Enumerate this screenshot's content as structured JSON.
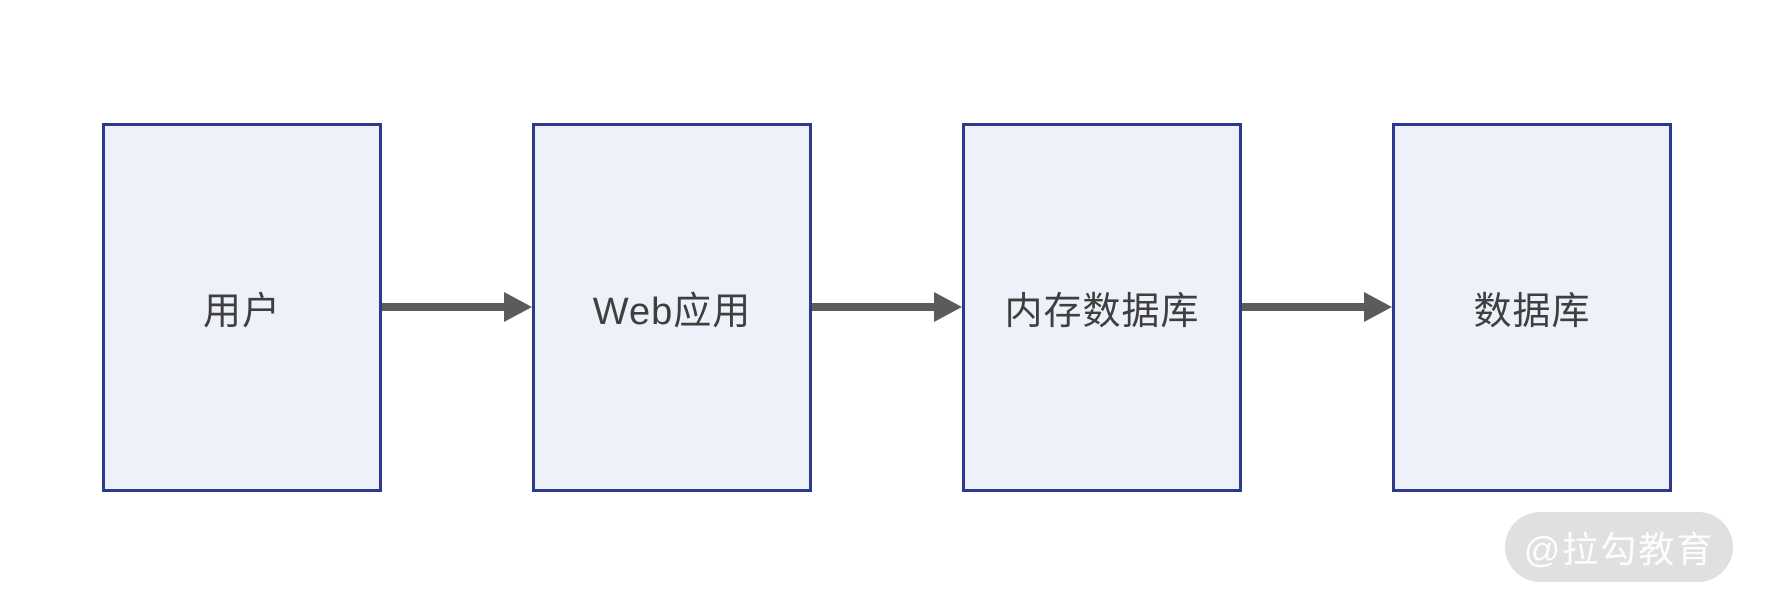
{
  "diagram": {
    "title": "request-flow-diagram",
    "nodes": [
      {
        "label": "用户"
      },
      {
        "label": "Web应用"
      },
      {
        "label": "内存数据库"
      },
      {
        "label": "数据库"
      }
    ],
    "connections": [
      {
        "from": "用户",
        "to": "Web应用",
        "direction": "right"
      },
      {
        "from": "Web应用",
        "to": "内存数据库",
        "direction": "right"
      },
      {
        "from": "内存数据库",
        "to": "数据库",
        "direction": "right"
      }
    ],
    "colors": {
      "node_fill": "#EEF1FA",
      "node_border": "#2B3A8F",
      "node_text": "#3F3F3F",
      "arrow": "#5B5B5B",
      "background": "#FFFFFF"
    }
  },
  "watermark": {
    "text": "@拉勾教育",
    "background": "#E0E0E0",
    "text_color": "#FFFFFF"
  }
}
